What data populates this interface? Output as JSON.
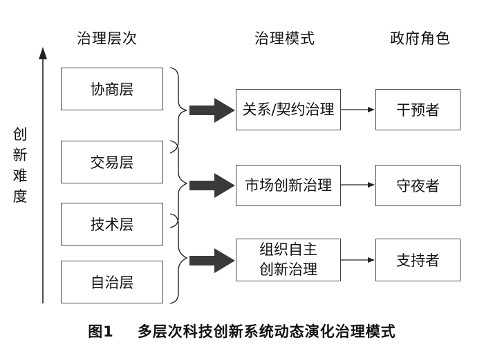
{
  "headers": {
    "levels": "治理层次",
    "modes": "治理模式",
    "roles": "政府角色"
  },
  "axis": {
    "label_chars": [
      "创",
      "新",
      "难",
      "度"
    ]
  },
  "levels": [
    "协商层",
    "交易层",
    "技术层",
    "自治层"
  ],
  "modes": [
    {
      "lines": [
        "关系/契约治理"
      ]
    },
    {
      "lines": [
        "市场创新治理"
      ]
    },
    {
      "lines": [
        "组织自主",
        "创新治理"
      ]
    }
  ],
  "roles": [
    "干预者",
    "守夜者",
    "支持者"
  ],
  "caption": {
    "number": "图1",
    "title": "多层次科技创新系统动态演化治理模式"
  }
}
